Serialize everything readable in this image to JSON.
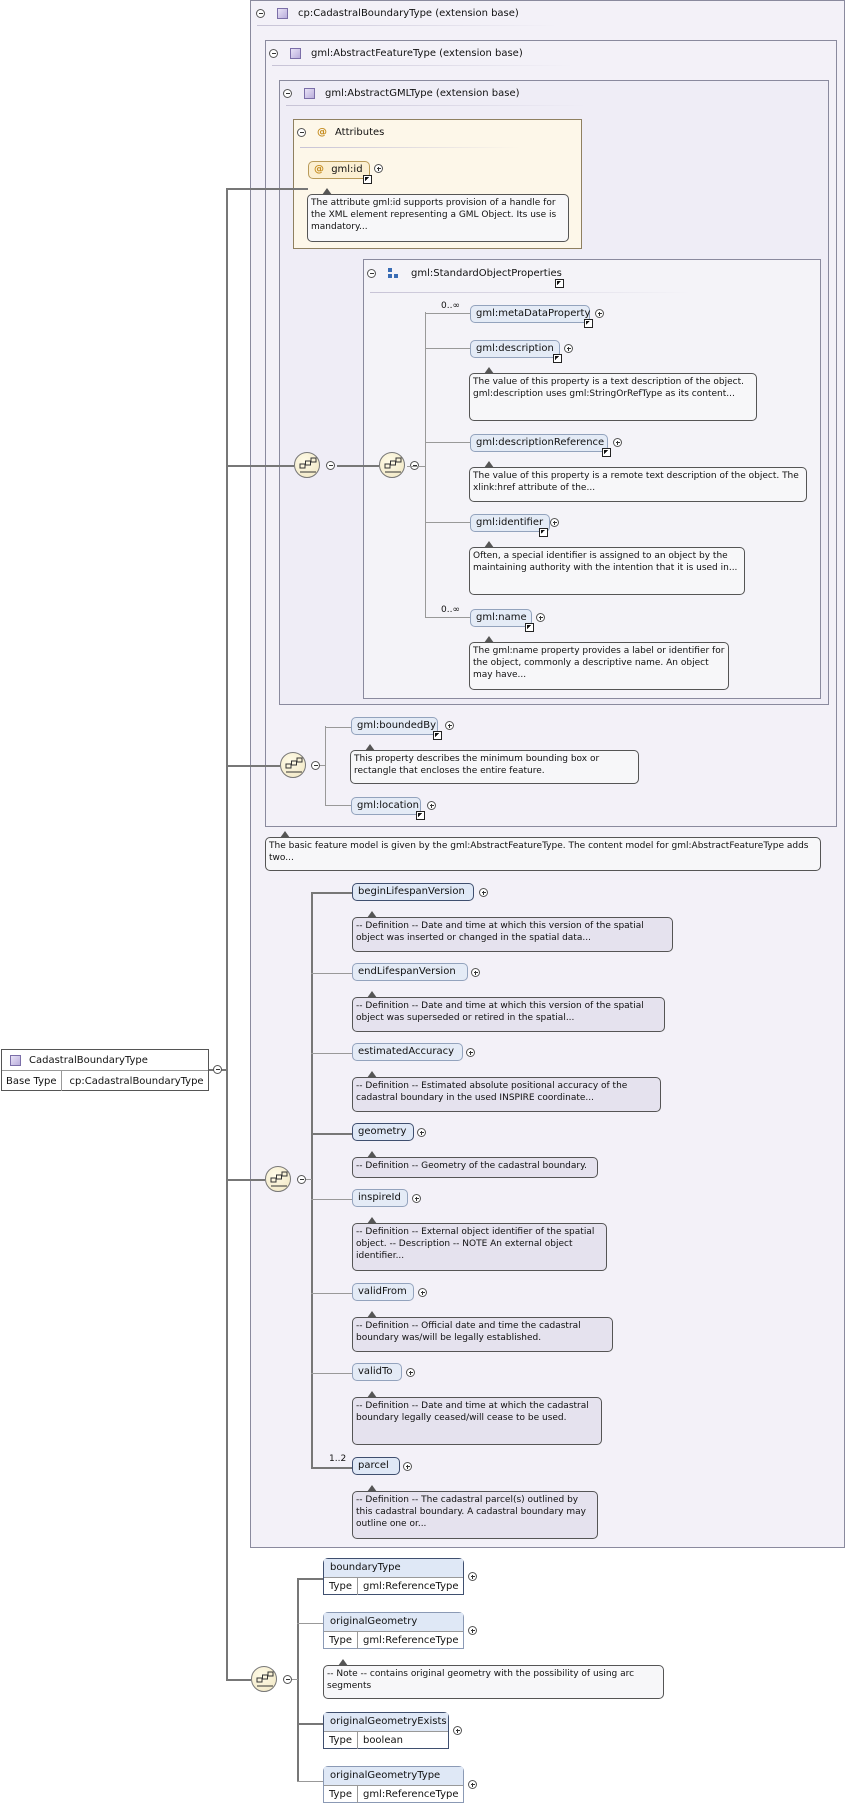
{
  "outer_extension": {
    "title": "cp:CadastralBoundaryType (extension base)"
  },
  "feature_extension": {
    "title": "gml:AbstractFeatureType (extension base)"
  },
  "gml_extension": {
    "title": "gml:AbstractGMLType (extension base)"
  },
  "attributes": {
    "title": "Attributes",
    "id_label": "gml:id",
    "id_note": "The attribute gml:id supports provision of a handle for the XML element representing a GML Object. Its use is mandatory..."
  },
  "standard_props": {
    "title": "gml:StandardObjectProperties",
    "items": [
      {
        "label": "gml:metaDataProperty",
        "card": "0..∞",
        "note": ""
      },
      {
        "label": "gml:description",
        "card": "",
        "note": "The value of this property is a text description of the object. gml:description uses gml:StringOrRefType as its content..."
      },
      {
        "label": "gml:descriptionReference",
        "card": "",
        "note": "The value of this property is a remote text description of the object. The xlink:href attribute of the..."
      },
      {
        "label": "gml:identifier",
        "card": "",
        "note": "Often, a special identifier is assigned to an object by the maintaining authority with the intention that it is used in..."
      },
      {
        "label": "gml:name",
        "card": "0..∞",
        "note": "The gml:name property provides a label or identifier for the object, commonly a descriptive name. An object may have..."
      }
    ]
  },
  "bounded": {
    "label": "gml:boundedBy",
    "note": "This property describes the minimum bounding box or rectangle that encloses the entire feature.",
    "location_label": "gml:location"
  },
  "feature_note": "The basic feature model is given by the gml:AbstractFeatureType. The content model for gml:AbstractFeatureType adds two...",
  "cadastral_elements": [
    {
      "label": "beginLifespanVersion",
      "card": "",
      "note": "-- Definition -- Date and time at which this version of the spatial object was inserted or changed in the spatial data..."
    },
    {
      "label": "endLifespanVersion",
      "card": "",
      "note": "-- Definition -- Date and time at which this version of the spatial object was superseded or retired in the spatial..."
    },
    {
      "label": "estimatedAccuracy",
      "card": "",
      "note": "-- Definition -- Estimated absolute positional accuracy of the cadastral boundary in the used INSPIRE coordinate..."
    },
    {
      "label": "geometry",
      "card": "",
      "note": "-- Definition -- Geometry of the cadastral boundary."
    },
    {
      "label": "inspireId",
      "card": "",
      "note": "-- Definition -- External object identifier of the spatial object. -- Description -- NOTE An external object identifier..."
    },
    {
      "label": "validFrom",
      "card": "",
      "note": "-- Definition -- Official date and time the cadastral boundary was/will be legally established."
    },
    {
      "label": "validTo",
      "card": "",
      "note": "-- Definition -- Date and time at which the cadastral boundary legally ceased/will cease to be used."
    },
    {
      "label": "parcel",
      "card": "1..2",
      "note": "-- Definition -- The cadastral parcel(s) outlined by this cadastral boundary. A cadastral boundary may outline one or..."
    }
  ],
  "root": {
    "name": "CadastralBoundaryType",
    "base_label": "Base Type",
    "base_value": "cp:CadastralBoundaryType"
  },
  "typed_elements": [
    {
      "label": "boundaryType",
      "type_label": "Type",
      "type": "gml:ReferenceType"
    },
    {
      "label": "originalGeometry",
      "type_label": "Type",
      "type": "gml:ReferenceType"
    },
    {
      "label": "originalGeometryExists",
      "type_label": "Type",
      "type": "boolean"
    },
    {
      "label": "originalGeometryType",
      "type_label": "Type",
      "type": "gml:ReferenceType"
    }
  ],
  "original_geometry_note": "-- Note -- contains original geometry with the possibility of using arc segments"
}
